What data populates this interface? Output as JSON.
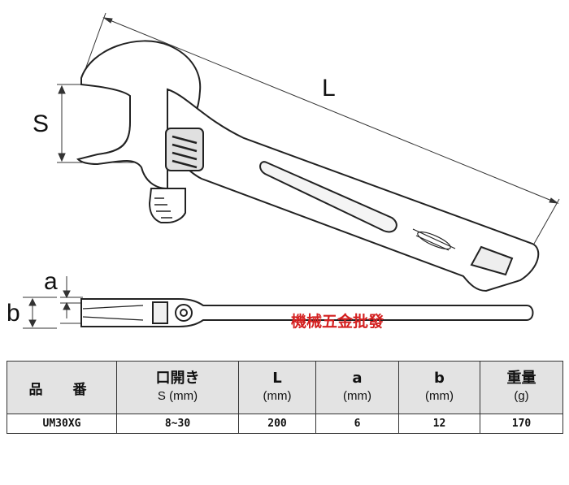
{
  "dimension_labels": {
    "L": "L",
    "S": "S",
    "a": "a",
    "b": "b"
  },
  "watermark": "機械五金批發",
  "table": {
    "headers": [
      {
        "key": "model",
        "main": "品　番",
        "sub": ""
      },
      {
        "key": "S",
        "main": "口開き",
        "sub": "S (mm)"
      },
      {
        "key": "L",
        "main": "L",
        "sub": "(mm)"
      },
      {
        "key": "a",
        "main": "a",
        "sub": "(mm)"
      },
      {
        "key": "b",
        "main": "b",
        "sub": "(mm)"
      },
      {
        "key": "weight",
        "main": "重量",
        "sub": "(g)"
      }
    ],
    "rows": [
      {
        "model": "UM30XG",
        "S": "8~30",
        "L": "200",
        "a": "6",
        "b": "12",
        "weight": "170"
      }
    ]
  }
}
